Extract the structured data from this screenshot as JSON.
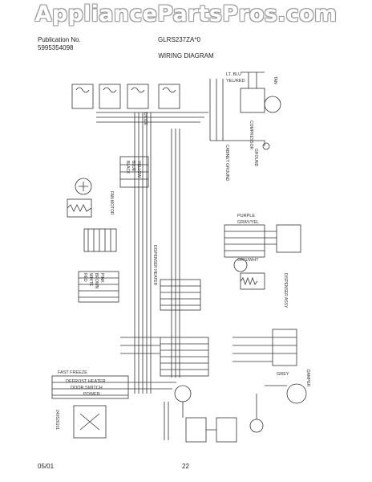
{
  "watermark": "AppliancePartsPros.com",
  "header": {
    "publication_label": "Publication No.",
    "publication_number": "5995354098",
    "model": "GLRS237ZA*0"
  },
  "diagram": {
    "title": "WIRING DIAGRAM",
    "labels": {
      "diode": "DIODE",
      "compressor": "COMPRESSOR",
      "cabinet_ground": "CABINET GROUND",
      "ground": "GROUND",
      "fast_freeze": "FAST FREEZE",
      "defrost_heater": "DEFROST HEATER",
      "door_switch": "DOOR SWITCH",
      "power": "POWER",
      "dispenser_heater": "DISPENSER HEATER",
      "dispenser_assy": "DISPENSER ASSY",
      "fan_motor": "FAN MOTOR",
      "damper": "DAMPER",
      "wire_gray": "GREY",
      "wire_black": "BLACK",
      "wire_blue": "BLUE",
      "wire_red": "RED",
      "wire_yellow": "YELLOW",
      "wire_white": "WHITE",
      "wire_tan": "TAN",
      "wire_purple": "PURPLE",
      "wire_lt_blu": "LT. BLU",
      "wire_yel_red": "YEL/RED",
      "wire_gray_yel": "GRAY/YEL",
      "wire_org_wht": "ORG/WHT",
      "wire_brown": "BROWN",
      "wire_pink": "PINK",
      "part_number": "240526101"
    }
  },
  "footer": {
    "date": "05/01",
    "page": "22"
  }
}
